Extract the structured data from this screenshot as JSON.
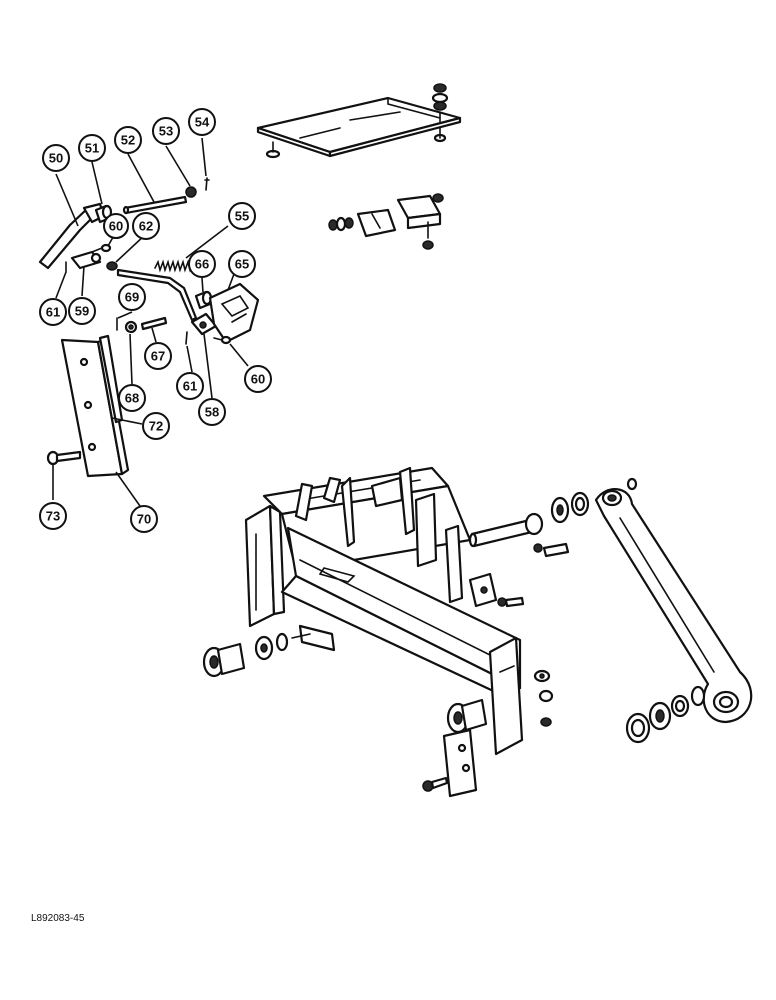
{
  "callouts": [
    "50",
    "51",
    "52",
    "53",
    "54",
    "60",
    "62",
    "55",
    "61",
    "59",
    "66",
    "65",
    "69",
    "67",
    "68",
    "61",
    "58",
    "60",
    "72",
    "73",
    "70"
  ],
  "reference_code": "L892083-45"
}
